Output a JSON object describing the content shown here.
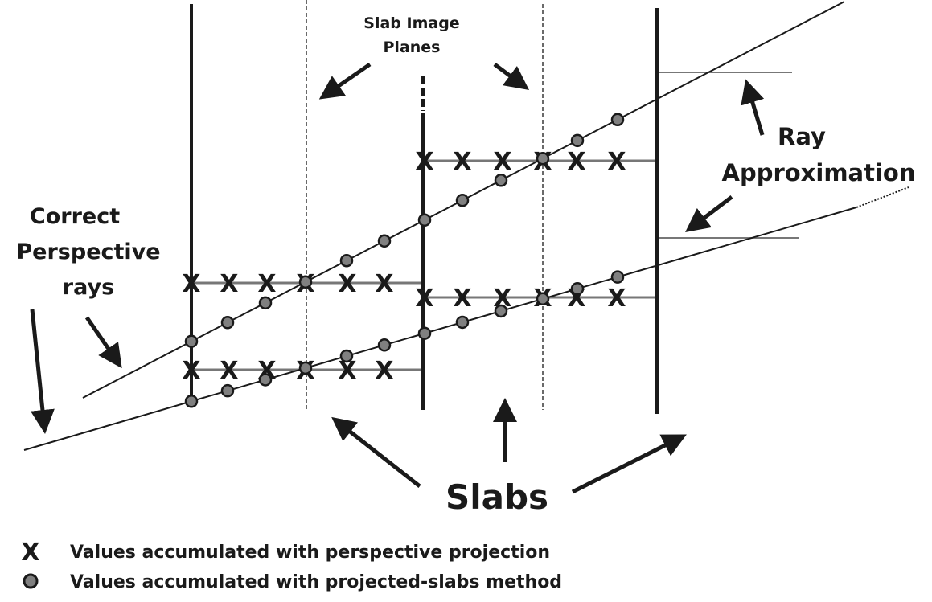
{
  "labels": {
    "slab_image_planes_line1": "Slab Image",
    "slab_image_planes_line2": "Planes",
    "ray_approx_line1": "Ray",
    "ray_approx_line2": "Approximation",
    "correct_line1": "Correct",
    "correct_line2": "Perspective",
    "correct_line3": "rays",
    "slabs": "Slabs"
  },
  "legend": [
    {
      "symbol": "x-mark",
      "label": "Values accumulated with perspective projection"
    },
    {
      "symbol": "gray-circle",
      "label": "Values accumulated with projected-slabs method"
    }
  ],
  "colors": {
    "ink": "#1a1a1a",
    "approx_line": "#777777",
    "circle_fill": "#808080"
  }
}
